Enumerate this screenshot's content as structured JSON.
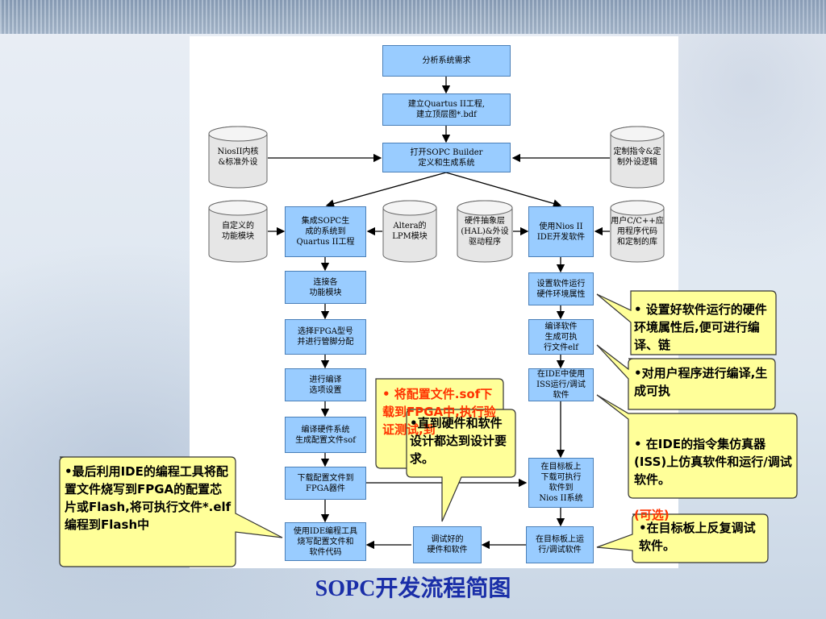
{
  "title": "SOPC开发流程简图",
  "boxes": {
    "analyze": "分析系统需求",
    "quartus": "建立Quartus II工程,\n建立顶层图*.bdf",
    "sopc": "打开SOPC Builder\n定义和生成系统",
    "integrate": "集成SOPC生\n成的系统到\nQuartus II工程",
    "nios_ide": "使用Nios II\nIDE开发软件",
    "connect": "连接各\n功能模块",
    "fpga_pin": "选择FPGA型号\n并进行管脚分配",
    "compile_opt": "进行编译\n选项设置",
    "compile_hw": "编译硬件系统\n生成配置文件sof",
    "download": "下载配置文件到\nFPGA器件",
    "ide_burn": "使用IDE编程工具\n烧写配置文件和\n软件代码",
    "sw_env": "设置软件运行\n硬件环境属性",
    "compile_sw": "编译软件\n生成可执\n行文件elf",
    "iss": "在IDE中使用\nISS运行/调试\n软件",
    "target_dl": "在目标板上\n下载可执行\n软件到\nNios II系统",
    "target_run": "在目标板上运\n行/调试软件",
    "debugged": "调试好的\n硬件和软件"
  },
  "cylinders": {
    "nios_core": "NiosII内核\n&标准外设",
    "custom_instr": "定制指令&定\n制外设逻辑",
    "custom_func": "自定义的\n功能模块",
    "altera_lpm": "Altera的\nLPM模块",
    "hal": "硬件抽象层\n(HAL)&外设\n驱动程序",
    "user_code": "用户C/C++应\n用程序代码\n和定制的库"
  },
  "callouts": {
    "c1": "• 设置好软件运行的硬件环境属性后,便可进行编译、链",
    "c2": "•对用户程序进行编译,生成可执",
    "c3": "• 在IDE的指令集仿真器(ISS)上仿真软件和运行/调试软件。",
    "c3_opt": "(可选)",
    "c4_red": "• 将配置文件.sof下载到FPGA中,执行验证测试,到",
    "c5": "•直到硬件和软件设计都达到设计要求。",
    "c6": "•最后利用IDE的编程工具将配置文件烧写到FPGA的配置芯片或Flash,将可执行文件*.elf编程到Flash中",
    "c7": "•在目标板上反复调试软件。"
  },
  "colors": {
    "box_fill": "#99ccff",
    "box_border": "#4a7fb8",
    "callout_fill": "#ffff99",
    "title": "#1a2ea8",
    "red_text": "#ff3300"
  }
}
